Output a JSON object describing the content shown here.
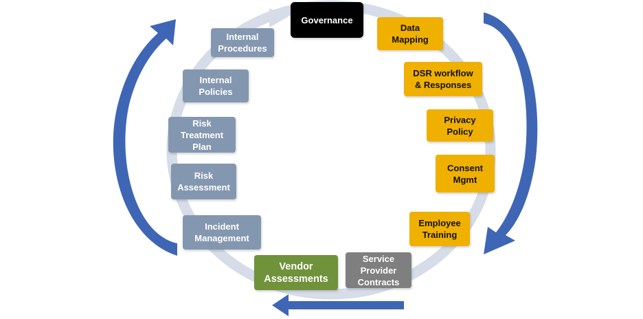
{
  "diagram": {
    "colors": {
      "governance": "#000000",
      "orange": "#f0b000",
      "gray_blue": "#8497b0",
      "green": "#70923a",
      "dark_gray": "#7f7f7f",
      "ring": "#d6dce8",
      "arrow_blue": "#3e66b5"
    },
    "nodes": {
      "governance": "Governance",
      "data_mapping": "Data\nMapping",
      "dsr": "DSR workflow\n& Responses",
      "privacy_policy": "Privacy\nPolicy",
      "consent": "Consent\nMgmt",
      "employee_training": "Employee\nTraining",
      "service_provider": "Service\nProvider\nContracts",
      "vendor": "Vendor\nAssessments",
      "incident": "Incident\nManagement",
      "risk_assessment": "Risk\nAssessment",
      "risk_treatment": "Risk\nTreatment\nPlan",
      "internal_policies": "Internal\nPolicies",
      "internal_procedures": "Internal\nProcedures"
    }
  }
}
